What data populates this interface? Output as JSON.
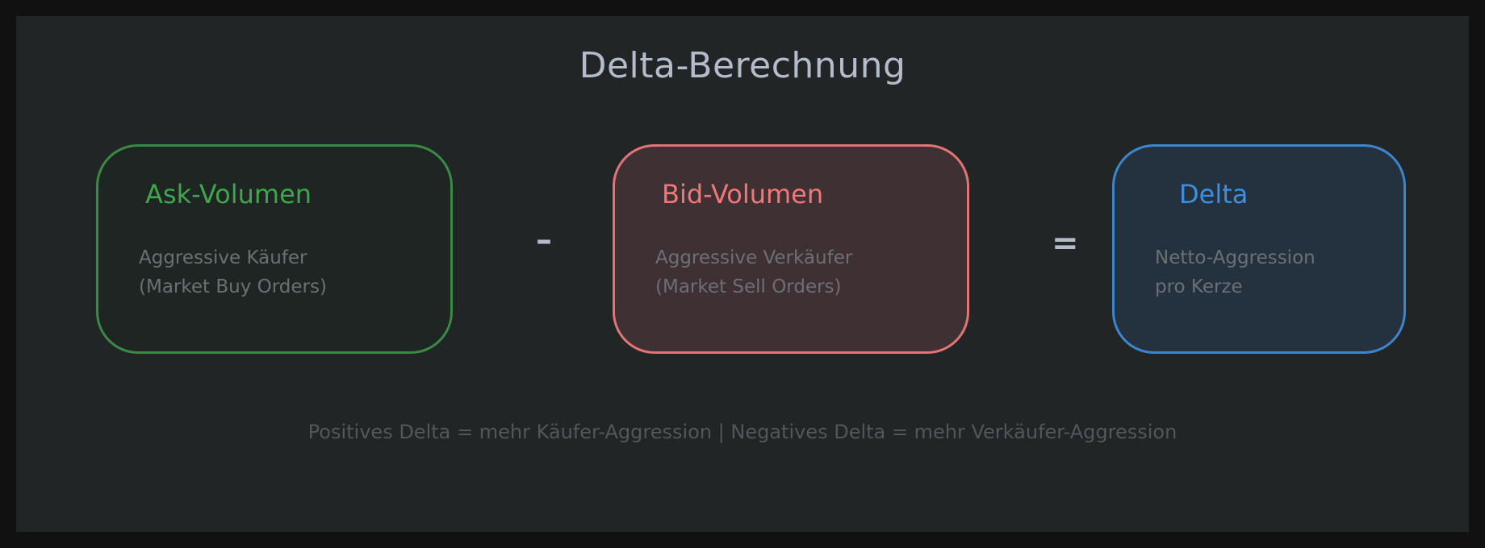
{
  "diagram": {
    "title": "Delta-Berechnung",
    "boxes": [
      {
        "id": "ask",
        "title": "Ask-Volumen",
        "description": "Aggressive Käufer\n(Market Buy Orders)",
        "border_color": "#3a8a45",
        "title_color": "#3fa64d",
        "fill_color": "#1f2522"
      },
      {
        "id": "bid",
        "title": "Bid-Volumen",
        "description": "Aggressive Verkäufer\n(Market Sell Orders)",
        "border_color": "#e07575",
        "title_color": "#f07878",
        "fill_color": "#3f3033"
      },
      {
        "id": "delta",
        "title": "Delta",
        "description": "Netto-Aggression\npro Kerze",
        "border_color": "#3d85cc",
        "title_color": "#3d8fe0",
        "fill_color": "#24313f"
      }
    ],
    "operators": {
      "minus": "–",
      "equals": "="
    },
    "footnote": "Positives Delta = mehr Käufer-Aggression | Negatives Delta = mehr Verkäufer-Aggression"
  },
  "colors": {
    "outer_background": "#111111",
    "canvas_background": "#212526",
    "title_text": "#b4bccb",
    "muted_text": "#6b7075",
    "footnote_text": "#52575b"
  }
}
